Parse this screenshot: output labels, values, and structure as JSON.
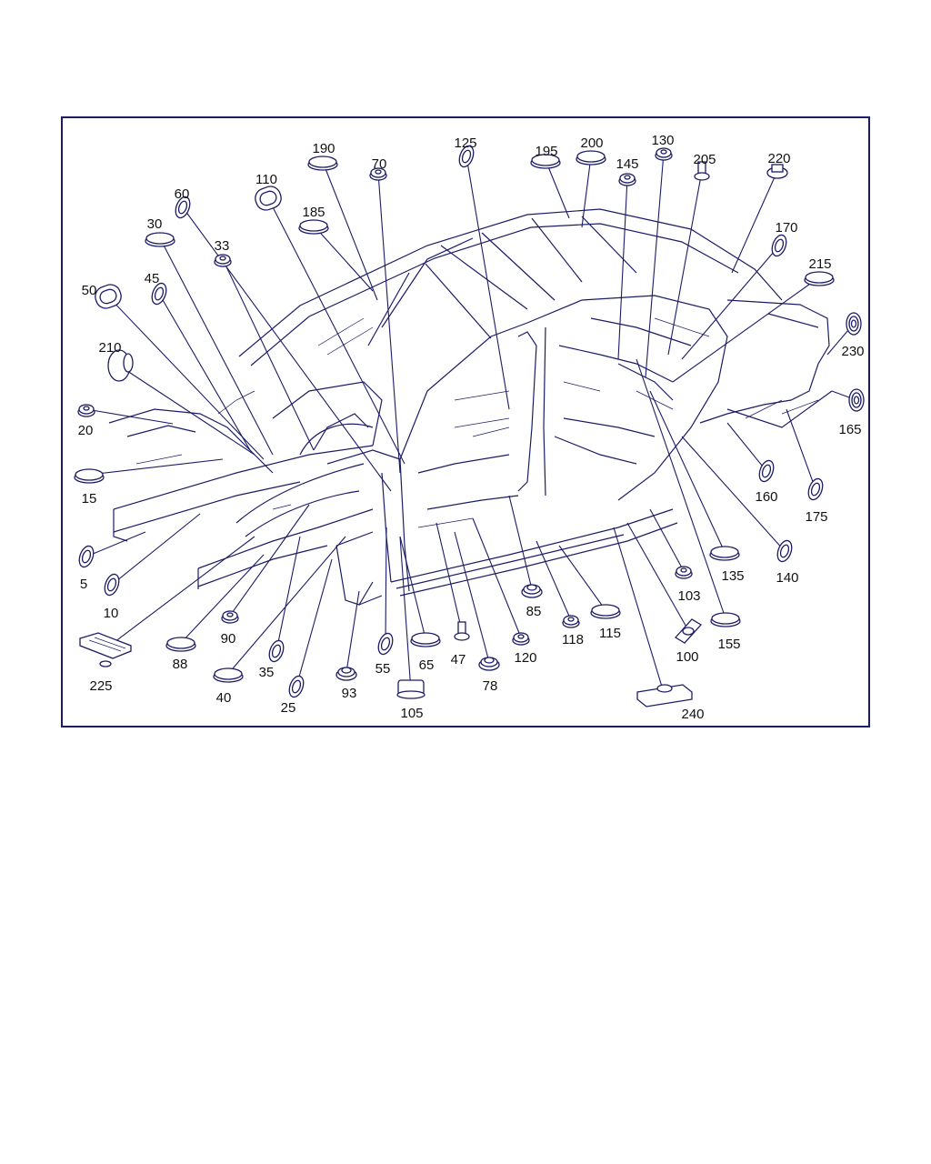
{
  "colors": {
    "ink": "#1c1c66",
    "label": "#111111",
    "background": "#ffffff"
  },
  "callouts": [
    {
      "id": "c190",
      "label": "190",
      "shape": "cap-oval"
    },
    {
      "id": "c70",
      "label": "70",
      "shape": "cap-small"
    },
    {
      "id": "c125",
      "label": "125",
      "shape": "disc-tilted"
    },
    {
      "id": "c195",
      "label": "195",
      "shape": "cap-oval"
    },
    {
      "id": "c200",
      "label": "200",
      "shape": "cap-oval"
    },
    {
      "id": "c130",
      "label": "130",
      "shape": "cap-small"
    },
    {
      "id": "c205",
      "label": "205",
      "shape": "stud-bolt"
    },
    {
      "id": "c220",
      "label": "220",
      "shape": "cap-hex"
    },
    {
      "id": "c145",
      "label": "145",
      "shape": "cap-small"
    },
    {
      "id": "c110",
      "label": "110",
      "shape": "ring-oval"
    },
    {
      "id": "c60",
      "label": "60",
      "shape": "disc-tilted"
    },
    {
      "id": "c185",
      "label": "185",
      "shape": "cap-oval"
    },
    {
      "id": "c30",
      "label": "30",
      "shape": "cap-oval"
    },
    {
      "id": "c33",
      "label": "33",
      "shape": "cap-small"
    },
    {
      "id": "c170",
      "label": "170",
      "shape": "disc-tilted"
    },
    {
      "id": "c215",
      "label": "215",
      "shape": "cap-oval"
    },
    {
      "id": "c45",
      "label": "45",
      "shape": "disc-tilted"
    },
    {
      "id": "c50",
      "label": "50",
      "shape": "ring-oval"
    },
    {
      "id": "c210",
      "label": "210",
      "shape": "dome-plug"
    },
    {
      "id": "c230",
      "label": "230",
      "shape": "grommet"
    },
    {
      "id": "c20",
      "label": "20",
      "shape": "cap-small"
    },
    {
      "id": "c165",
      "label": "165",
      "shape": "grommet"
    },
    {
      "id": "c15",
      "label": "15",
      "shape": "cap-oval"
    },
    {
      "id": "c160",
      "label": "160",
      "shape": "disc-tilted"
    },
    {
      "id": "c175",
      "label": "175",
      "shape": "disc-tilted"
    },
    {
      "id": "c5",
      "label": "5",
      "shape": "disc-tilted"
    },
    {
      "id": "c10",
      "label": "10",
      "shape": "disc-tilted"
    },
    {
      "id": "c135",
      "label": "135",
      "shape": "cap-oval"
    },
    {
      "id": "c140",
      "label": "140",
      "shape": "disc-tilted"
    },
    {
      "id": "c103",
      "label": "103",
      "shape": "cap-small"
    },
    {
      "id": "c85",
      "label": "85",
      "shape": "grommet-ribbed"
    },
    {
      "id": "c90",
      "label": "90",
      "shape": "cap-small"
    },
    {
      "id": "c118",
      "label": "118",
      "shape": "cap-small"
    },
    {
      "id": "c115",
      "label": "115",
      "shape": "cap-oval"
    },
    {
      "id": "c155",
      "label": "155",
      "shape": "cap-oval"
    },
    {
      "id": "c88",
      "label": "88",
      "shape": "cap-oval"
    },
    {
      "id": "c47",
      "label": "47",
      "shape": "stud-bolt"
    },
    {
      "id": "c120",
      "label": "120",
      "shape": "cap-small"
    },
    {
      "id": "c65",
      "label": "65",
      "shape": "cap-oval"
    },
    {
      "id": "c225",
      "label": "225",
      "shape": "bracket"
    },
    {
      "id": "c55",
      "label": "55",
      "shape": "disc-tilted"
    },
    {
      "id": "c100",
      "label": "100",
      "shape": "diamond-plug"
    },
    {
      "id": "c35",
      "label": "35",
      "shape": "disc-tilted"
    },
    {
      "id": "c78",
      "label": "78",
      "shape": "grommet-ribbed"
    },
    {
      "id": "c93",
      "label": "93",
      "shape": "grommet-ribbed"
    },
    {
      "id": "c40",
      "label": "40",
      "shape": "cap-oval"
    },
    {
      "id": "c25",
      "label": "25",
      "shape": "disc-tilted"
    },
    {
      "id": "c105",
      "label": "105",
      "shape": "block-plug"
    },
    {
      "id": "c240",
      "label": "240",
      "shape": "box-plug"
    }
  ]
}
